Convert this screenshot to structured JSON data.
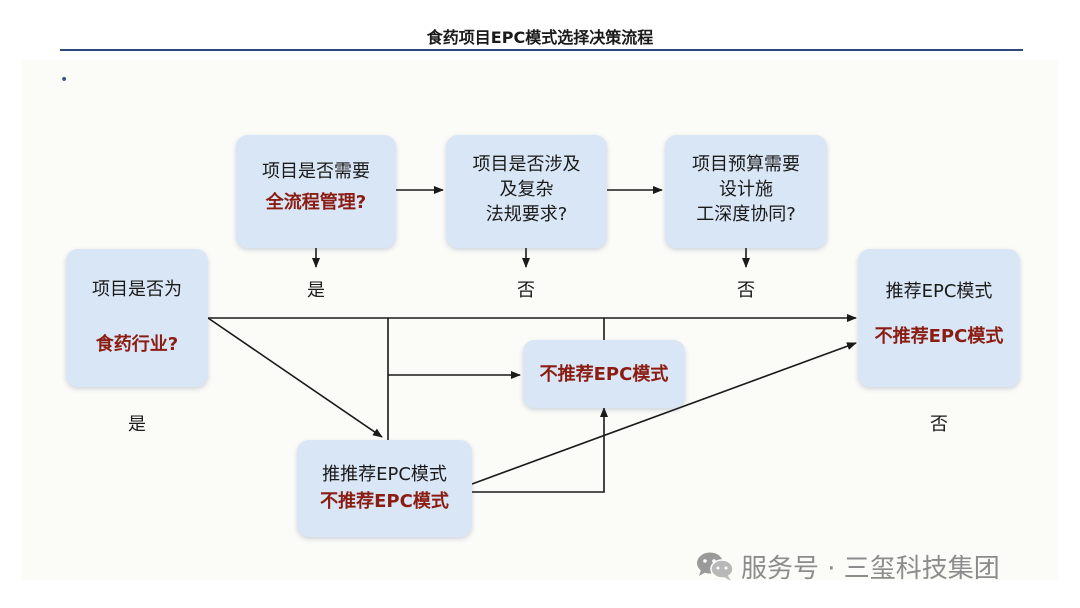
{
  "title": "食药项目EPC模式选择决策流程",
  "bullet": "•",
  "nodes": {
    "industry": {
      "line1": "项目是否为",
      "line2": "食药行业?"
    },
    "fullprocess": {
      "line1": "项目是否需要",
      "line2": "全流程管理?"
    },
    "regulation": {
      "line1": "项目是否涉及",
      "line2": "及复杂",
      "line3": "法规要求?"
    },
    "budget": {
      "line1": "项目预算需要",
      "line2": "设计施",
      "line3": "工深度协同?"
    },
    "result": {
      "line1": "推荐EPC模式",
      "line2": "不推荐EPC模式"
    },
    "middle": {
      "line1": "不推荐EPC模式"
    },
    "bottom": {
      "line1": "推推荐EPC模式",
      "line2": "不推荐EPC模式"
    }
  },
  "labels": {
    "fullprocess_yes": "是",
    "regulation_no": "否",
    "budget_no": "否",
    "industry_yes": "是",
    "result_no": "否"
  },
  "colors": {
    "node_fill": "#d9e6f5",
    "highlight_text": "#8b1c12",
    "title_rule": "#2f4a7a",
    "arrow": "#1a1a1a"
  },
  "watermark": {
    "text": "服务号 · 三玺科技集团",
    "icon": "wechat-icon"
  }
}
